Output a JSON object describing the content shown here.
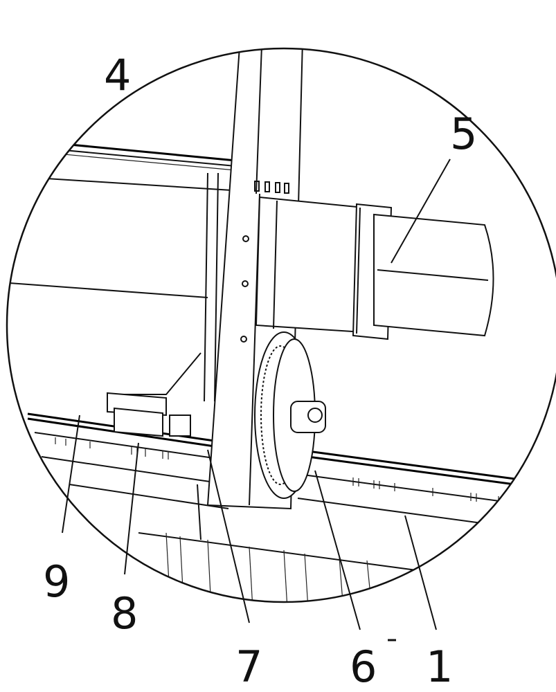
{
  "labels": {
    "part_4": "4",
    "part_5": "5",
    "part_9": "9",
    "part_8": "8",
    "part_7": "7",
    "part_6": "6",
    "part_1": "1"
  }
}
